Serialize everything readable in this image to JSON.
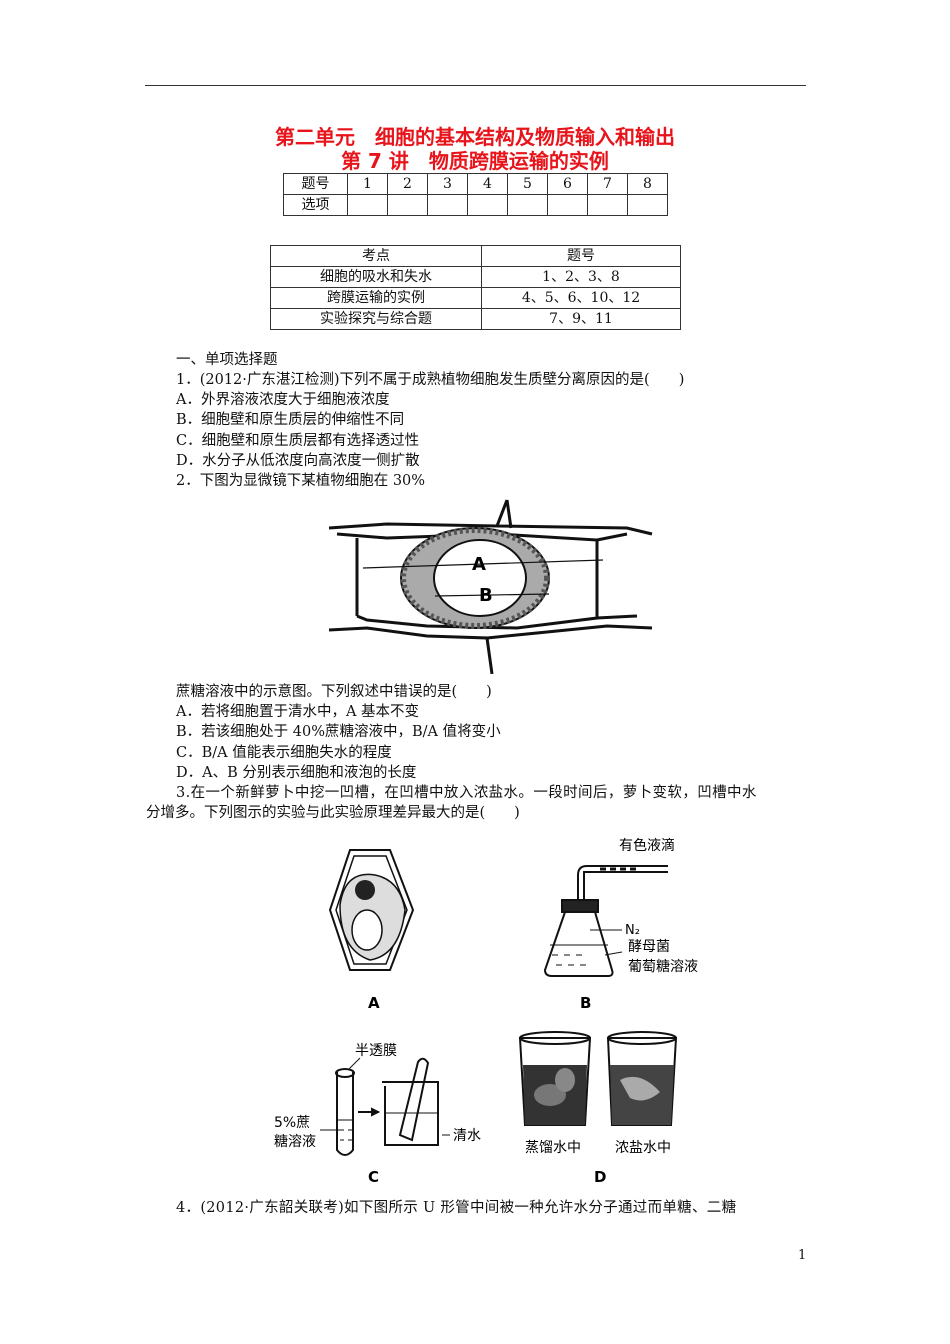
{
  "header": {
    "unit_title": "第二单元　细胞的基本结构及物质输入和输出",
    "lesson_title": "第 7 讲　物质跨膜运输的实例"
  },
  "answer_table": {
    "row1_label": "题号",
    "row2_label": "选项",
    "numbers": [
      "1",
      "2",
      "3",
      "4",
      "5",
      "6",
      "7",
      "8"
    ]
  },
  "topic_table": {
    "headers": [
      "考点",
      "题号"
    ],
    "rows": [
      [
        "细胞的吸水和失水",
        "1、2、3、8"
      ],
      [
        "跨膜运输的实例",
        "4、5、6、10、12"
      ],
      [
        "实验探究与综合题",
        "7、9、11"
      ]
    ]
  },
  "section": "一、单项选择题",
  "q1": {
    "stem": "1．(2012·广东湛江检测)下列不属于成熟植物细胞发生质壁分离原因的是(　　)",
    "options": [
      "A．外界溶液浓度大于细胞液浓度",
      "B．细胞壁和原生质层的伸缩性不同",
      "C．细胞壁和原生质层都有选择透过性",
      "D．水分子从低浓度向高浓度一侧扩散"
    ]
  },
  "q2": {
    "stem": "2．下图为显微镜下某植物细胞在 30%",
    "stem_cont": "蔗糖溶液中的示意图。下列叙述中错误的是(　　)",
    "figure_labels": [
      "A",
      "B"
    ],
    "options": [
      "A．若将细胞置于清水中，A 基本不变",
      "B．若该细胞处于 40%蔗糖溶液中，B/A 值将变小",
      "C．B/A 值能表示细胞失水的程度",
      "D．A、B 分别表示细胞和液泡的长度"
    ]
  },
  "q3": {
    "stem_line1": "3.在一个新鲜萝卜中挖一凹槽，在凹槽中放入浓盐水。一段时间后，萝卜变软，凹槽中水",
    "stem_line2": "分增多。下列图示的实验与此实验原理差异最大的是(　　)",
    "figure": {
      "A": {
        "caption": "A"
      },
      "B": {
        "caption": "B",
        "labels": [
          "有色液滴",
          "N₂",
          "酵母菌",
          "葡萄糖溶液"
        ]
      },
      "C": {
        "caption": "C",
        "labels": [
          "半透膜",
          "5%蔗",
          "糖溶液",
          "清水"
        ]
      },
      "D": {
        "caption": "D",
        "labels": [
          "蒸馏水中",
          "浓盐水中"
        ]
      }
    }
  },
  "q4": {
    "stem": "4．(2012·广东韶关联考)如下图所示 U 形管中间被一种允许水分子通过而单糖、二糖"
  },
  "page_number": "1"
}
